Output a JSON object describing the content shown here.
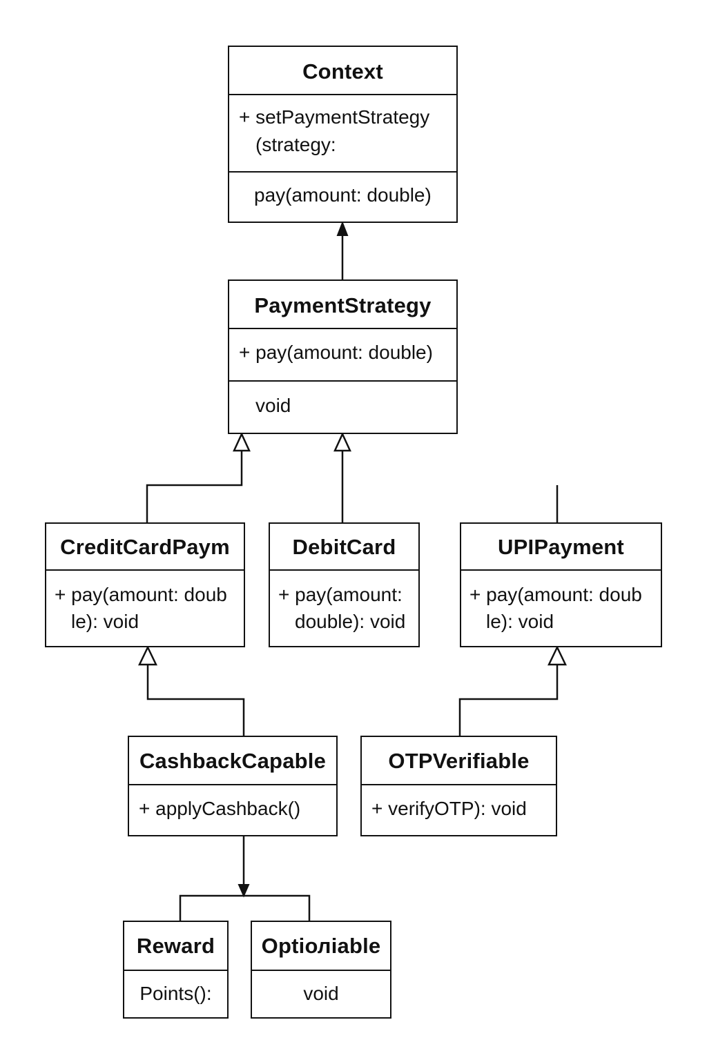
{
  "classes": {
    "context": {
      "name": "Context",
      "members": [
        "+ setPaymentStrategy",
        "(strategy:",
        "pay(amount: double)"
      ]
    },
    "payment_strategy": {
      "name": "PaymentStrategy",
      "members": [
        "+ pay(amount: double)",
        "void"
      ]
    },
    "credit_card": {
      "name": "CreditCardPaym",
      "members": [
        "+ pay(amount: doub",
        "le): void"
      ]
    },
    "debit_card": {
      "name": "DebitCard",
      "members": [
        "+ pay(amount:",
        "double): void"
      ]
    },
    "upi_payment": {
      "name": "UPIPayment",
      "members": [
        "+ pay(amount: doub",
        "le): void"
      ]
    },
    "cashback_capable": {
      "name": "CashbackCapable",
      "members": [
        "+ applyCashback()"
      ]
    },
    "otp_verifiable": {
      "name": "OTPVerifiable",
      "members": [
        "+ verifyOTP): void"
      ]
    },
    "reward": {
      "name": "Reward",
      "members": [
        "Points():"
      ]
    },
    "optionable": {
      "name": "Optіолiable",
      "members": [
        "void"
      ]
    }
  }
}
